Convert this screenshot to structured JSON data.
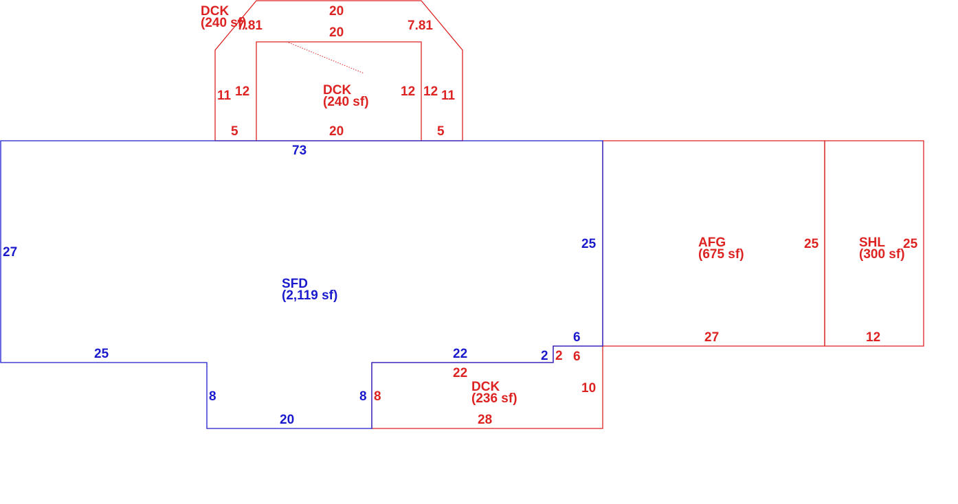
{
  "colors": {
    "living": "#1a1acc",
    "addition": "#dd2222"
  },
  "areas": {
    "sfd": {
      "code": "SFD",
      "size": "(2,119 sf)"
    },
    "afg": {
      "code": "AFG",
      "size": "(675 sf)"
    },
    "shl": {
      "code": "SHL",
      "size": "(300 sf)"
    },
    "dck_main": {
      "code": "DCK",
      "size": "(240 sf)"
    },
    "dck_outer": {
      "code": "DCK",
      "size": "(240 sf)"
    },
    "dck_low": {
      "code": "DCK",
      "size": "(236 sf)"
    }
  },
  "dimensions": {
    "sfd_top": "73",
    "sfd_left": "27",
    "sfd_right": "25",
    "sfd_bottom_left": "25",
    "sfd_step_left": "8",
    "sfd_bottom_mid": "20",
    "sfd_step_right": "8",
    "sfd_notch_top": "22",
    "sfd_notch_side": "2",
    "sfd_notch_top_right": "6",
    "afg_right": "25",
    "afg_bottom": "27",
    "shl_right": "25",
    "shl_bottom": "12",
    "dck_low_top": "22",
    "dck_low_notch": "2",
    "dck_low_notch_top": "6",
    "dck_low_left": "8",
    "dck_low_right": "10",
    "dck_low_bottom": "28",
    "dck_outer_top": "20",
    "dck_outer_diag_left": "7.81",
    "dck_outer_diag_right": "7.81",
    "dck_outer_left": "11",
    "dck_outer_right": "11",
    "dck_outer_bottom_left": "5",
    "dck_outer_bottom_right": "5",
    "dck_main_top": "20",
    "dck_main_left": "12",
    "dck_main_right": "12",
    "dck_main_right_outer": "12",
    "dck_main_bottom": "20"
  }
}
